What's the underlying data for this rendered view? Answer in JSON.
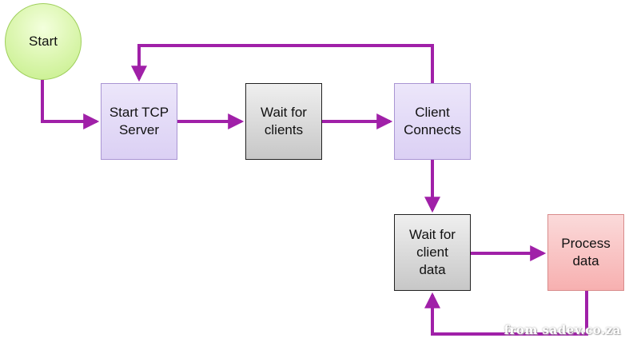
{
  "nodes": {
    "start": "Start",
    "start_tcp": "Start TCP\nServer",
    "wait_clients": "Wait for\nclients",
    "client_connects": "Client\nConnects",
    "wait_data": "Wait for\nclient\ndata",
    "process_data": "Process\ndata"
  },
  "watermark": "from sadev.co.za",
  "colors": {
    "arrow": "#a020a8",
    "start_fill": "#d8f5a8",
    "purple_fill": "#e2daf7",
    "gray_fill": "#d9d9d9",
    "red_fill": "#f9c4c4"
  }
}
